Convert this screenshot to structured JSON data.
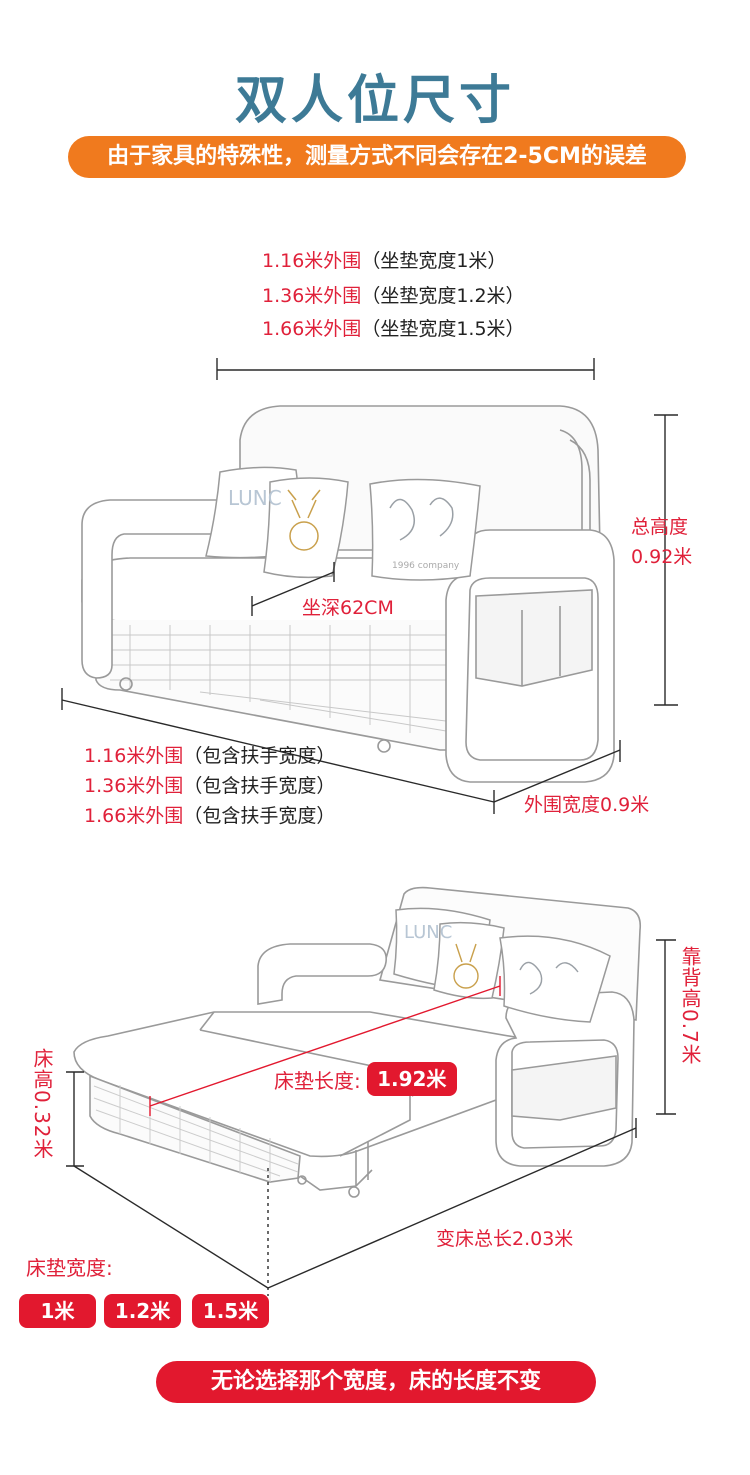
{
  "title": "双人位尺寸",
  "notice": "由于家具的特殊性，测量方式不同会存在2-5CM的误差",
  "sofa": {
    "top_widths": [
      {
        "size": "1.16米外围",
        "note": "（坐垫宽度1米）"
      },
      {
        "size": "1.36米外围",
        "note": "（坐垫宽度1.2米）"
      },
      {
        "size": "1.66米外围",
        "note": "（坐垫宽度1.5米）"
      }
    ],
    "total_height_label": "总高度",
    "total_height_value": "0.92米",
    "seat_depth": "坐深62CM",
    "bottom_widths": [
      {
        "size": "1.16米外围",
        "note": "（包含扶手宽度）"
      },
      {
        "size": "1.36米外围",
        "note": "（包含扶手宽度）"
      },
      {
        "size": "1.66米外围",
        "note": "（包含扶手宽度）"
      }
    ],
    "outer_width": "外围宽度0.9米",
    "pillow_text_1": "LUNC",
    "pillow_text_2": "1996 company"
  },
  "bed": {
    "backrest_height": "靠背高0.7米",
    "bed_height": "床高0.32米",
    "mattress_length_label": "床垫长度:",
    "mattress_length_value": "1.92米",
    "total_length": "变床总长2.03米",
    "mattress_width_label": "床垫宽度:",
    "mattress_widths": [
      "1米",
      "1.2米",
      "1.5米"
    ],
    "pillow_text": "LUNC"
  },
  "footer_notice": "无论选择那个宽度，床的长度不变",
  "colors": {
    "title": "#3d7a96",
    "banner": "#f07a1e",
    "accent": "#e2182e"
  }
}
